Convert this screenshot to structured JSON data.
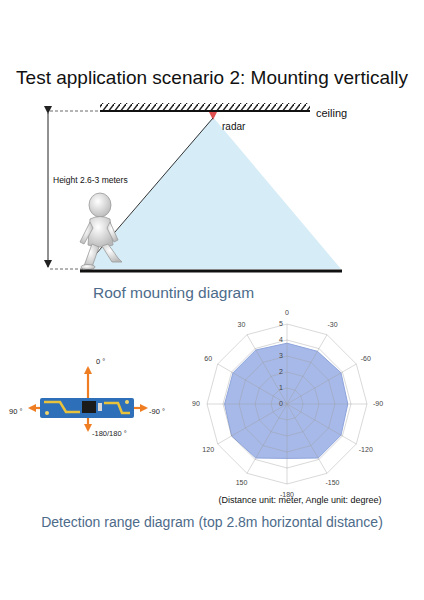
{
  "diagram": {
    "title": "Test application scenario 2: Mounting vertically",
    "labels": [
      "ceiling",
      "radar",
      "Height 2.6-3 meters",
      "Roof mounting diagram",
      "0 °",
      "90 °",
      "-90 °",
      "-180/180 °",
      "0",
      "1",
      "2",
      "3",
      "4",
      "5",
      "0",
      "30",
      "-30",
      "60",
      "-60",
      "90",
      "-90",
      "120",
      "-120",
      "150",
      "-150",
      "-180",
      "(Distance unit: meter, Angle unit: degree)",
      "Detection range diagram (top 2.8m horizontal distance)"
    ]
  }
}
